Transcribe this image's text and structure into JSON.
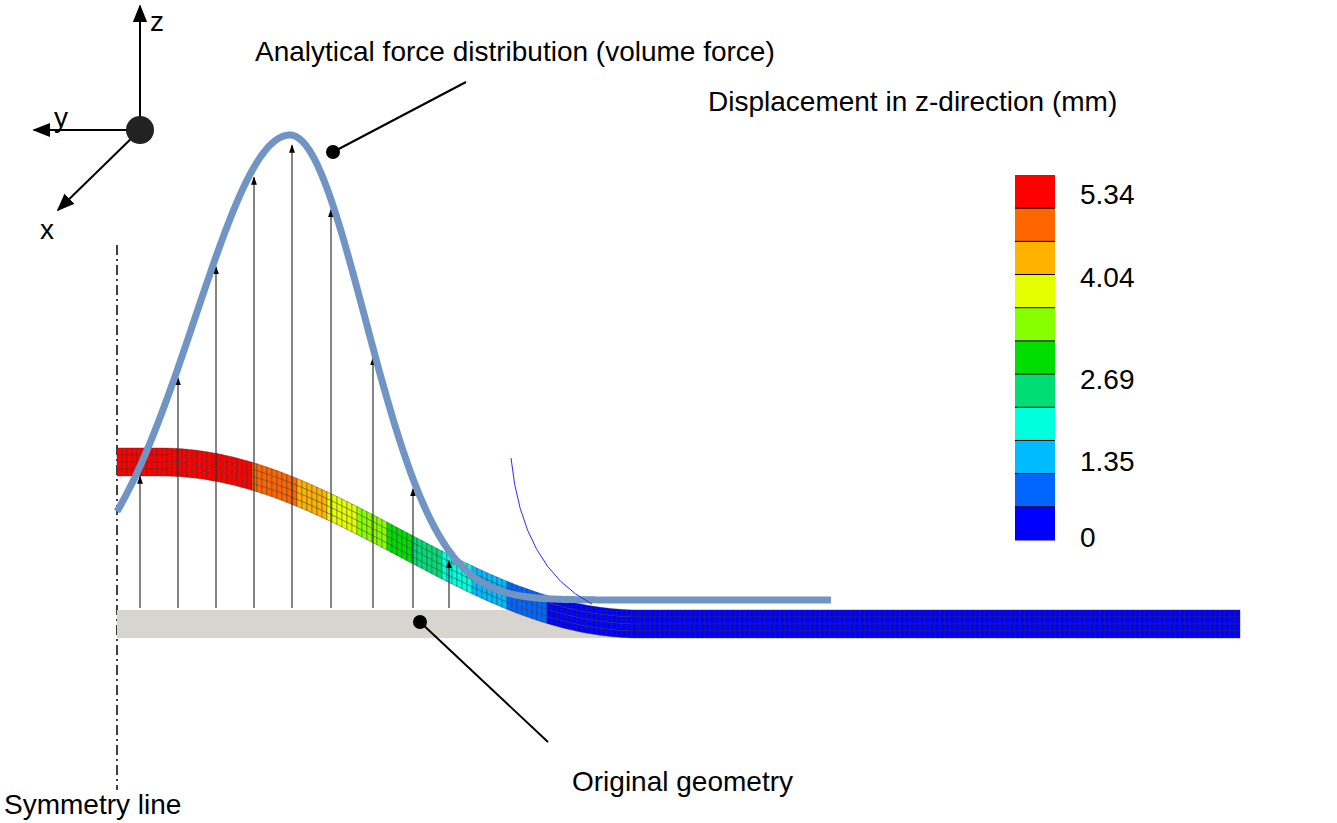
{
  "diagram": {
    "labels": [
      "z",
      "y",
      "x",
      "Analytical force distribution (volume force)",
      "Displacement in z-direction (mm)",
      "5.34",
      "4.04",
      "2.69",
      "1.35",
      "0",
      "Original geometry",
      "Symmetry line"
    ]
  }
}
